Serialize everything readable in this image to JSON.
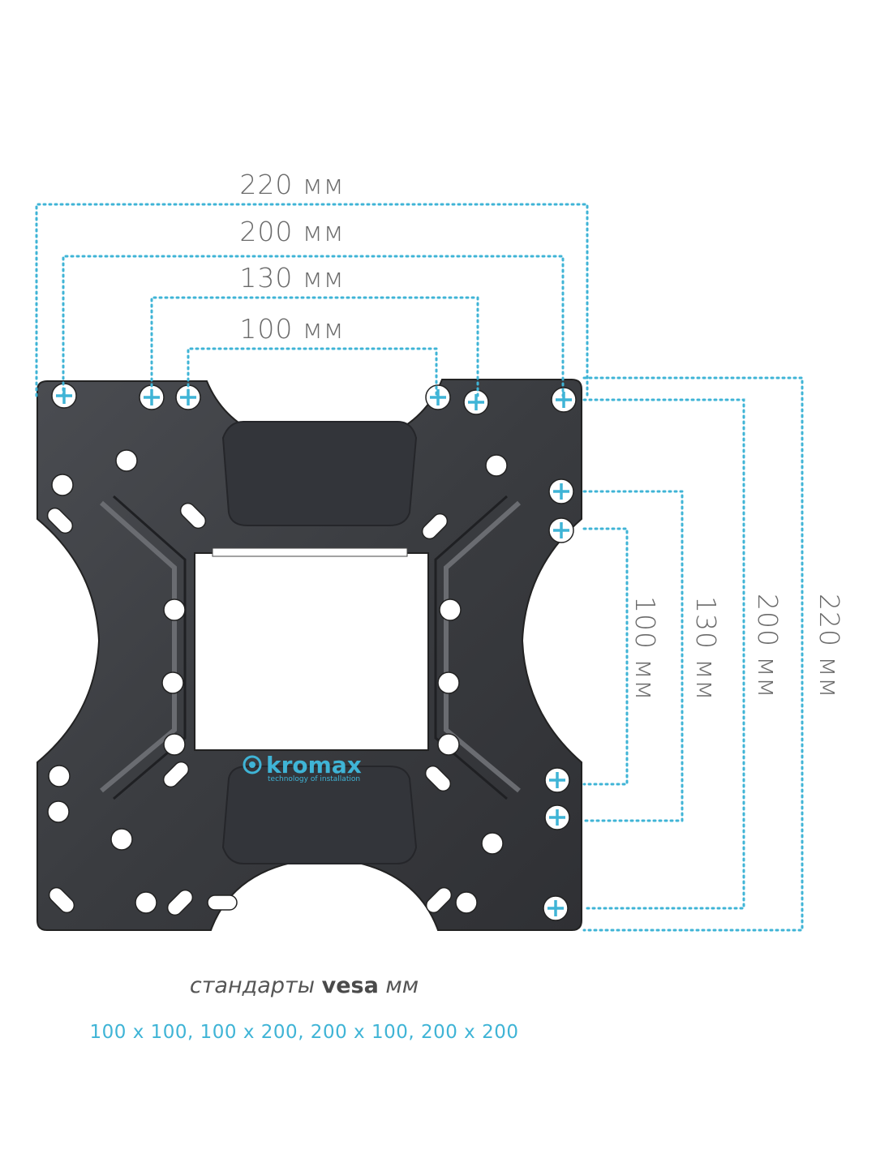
{
  "horizontal_dimensions": [
    "220 мм",
    "200 мм",
    "130 мм",
    "100 мм"
  ],
  "vertical_dimensions": [
    "100 мм",
    "130 мм",
    "200 мм",
    "220 мм"
  ],
  "brand": {
    "name": "kromax",
    "tagline": "technology of installation"
  },
  "caption": {
    "prefix": "стандарты",
    "standard": "vesa",
    "suffix": "мм",
    "sizes": "100 x 100, 100 x 200, 200 x 100, 200 x 200"
  },
  "colors": {
    "accent": "#3fb4d6",
    "plate": "#3a3c40",
    "label": "#6b6b6b"
  }
}
